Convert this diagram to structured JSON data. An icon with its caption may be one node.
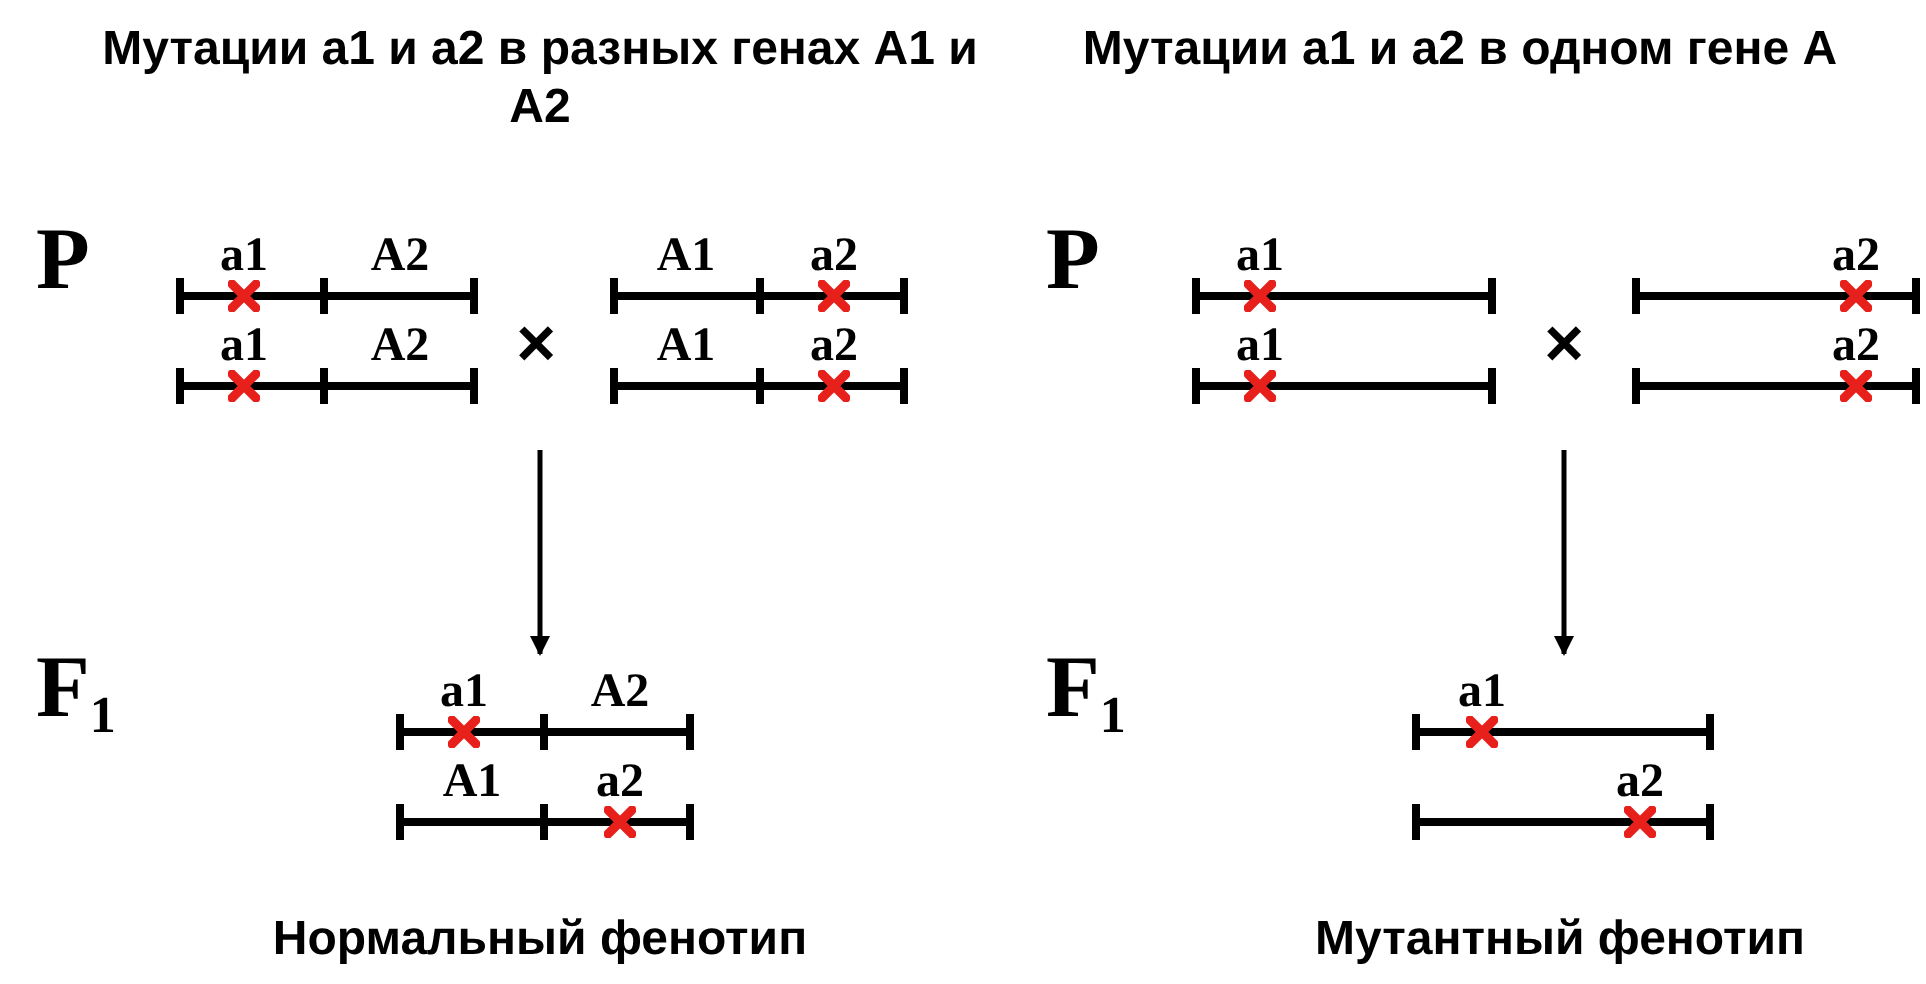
{
  "diagram": {
    "nodes": [
      {
        "text": [
          "a1",
          "A2",
          "a1",
          "A2",
          "×",
          "A1",
          "a2",
          "A1",
          "a2"
        ]
      },
      {
        "text": [
          "a1",
          "A2",
          "A1",
          "a2"
        ]
      },
      {
        "text": [
          "a1",
          "a1",
          "×",
          "a2",
          "a2"
        ]
      },
      {
        "text": [
          "a1",
          "a2"
        ]
      }
    ],
    "edges": [
      {
        "from": 0,
        "to": 1,
        "arrow": "to"
      },
      {
        "from": 2,
        "to": 3,
        "arrow": "to"
      }
    ],
    "labels": [
      "Мутации a1 и a2 в разных генах A1 и A2",
      "Мутации a1 и a2 в одном гене A",
      "P",
      "F$_{1}$",
      "P",
      "F$_{1}$",
      "Нормальный фенотип",
      "Мутантный фенотип"
    ]
  }
}
